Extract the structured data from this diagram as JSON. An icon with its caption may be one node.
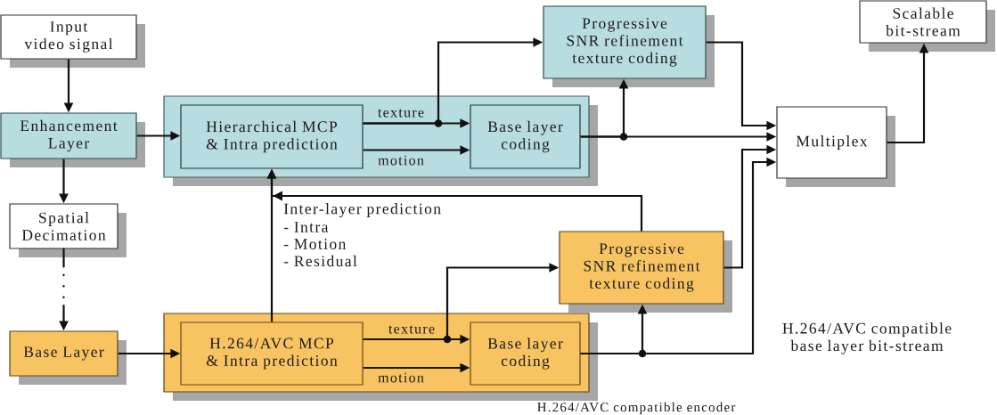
{
  "diagram": {
    "nodes": [
      {
        "text": [
          "Input video signal"
        ]
      },
      {
        "text": [
          "Enhancement Layer"
        ]
      },
      {
        "text": [
          "Spatial Decimation"
        ]
      },
      {
        "text": [
          "Base Layer"
        ]
      },
      {
        "text": [],
        "shape": "box"
      },
      {
        "text": [
          "Hierarchical MCP & Intra prediction"
        ],
        "in": 4
      },
      {
        "text": [
          "Base layer coding"
        ],
        "in": 4
      },
      {
        "text": [
          "Progressive SNR refinement texture coding"
        ]
      },
      {
        "text": [
          "Scalable bit-stream"
        ]
      },
      {
        "text": [
          "Multiplex"
        ]
      },
      {
        "text": [],
        "shape": "box",
        "beside": [
          "H.264/AVC compatible encoder"
        ]
      },
      {
        "text": [
          "H.264/AVC MCP & Intra prediction"
        ],
        "in": 10
      },
      {
        "text": [
          "Base layer coding"
        ],
        "in": 10
      },
      {
        "text": [
          "Progressive SNR refinement texture coding"
        ]
      }
    ],
    "edges": [
      {
        "from": 0,
        "to": 1,
        "arrow": "to"
      },
      {
        "from": 1,
        "to": 2,
        "arrow": "to"
      },
      {
        "from": 2,
        "to": 3,
        "arrow": "to",
        "style": "dashed"
      },
      {
        "from": 1,
        "to": 5,
        "arrow": "to"
      },
      {
        "from": 5,
        "to": 6,
        "arrow": "to",
        "label": "texture"
      },
      {
        "from": 5,
        "to": 6,
        "arrow": "to",
        "label": "motion"
      },
      {
        "from": 5,
        "to": 7,
        "arrow": "to"
      },
      {
        "from": 6,
        "to": 7,
        "arrow": "to"
      },
      {
        "from": 6,
        "to": 9,
        "arrow": "to"
      },
      {
        "from": 7,
        "to": 9,
        "arrow": "to"
      },
      {
        "from": 3,
        "to": 11,
        "arrow": "to"
      },
      {
        "from": 11,
        "to": 12,
        "arrow": "to",
        "label": "texture"
      },
      {
        "from": 11,
        "to": 12,
        "arrow": "to",
        "label": "motion"
      },
      {
        "from": 11,
        "to": 13,
        "arrow": "to"
      },
      {
        "from": 12,
        "to": 13,
        "arrow": "to"
      },
      {
        "from": 13,
        "to": 9,
        "arrow": "to"
      },
      {
        "from": 12,
        "to": 9,
        "arrow": "to"
      },
      {
        "from": 9,
        "to": 8,
        "arrow": "to"
      },
      {
        "from": 11,
        "to": 5,
        "arrow": "to"
      },
      {
        "from": 13,
        "to": 5,
        "arrow": "to"
      }
    ],
    "labels": [
      "Inter-layer prediction",
      "- Intra",
      "- Motion",
      "- Residual",
      "H.264/AVC compatible base layer bit-stream"
    ]
  }
}
